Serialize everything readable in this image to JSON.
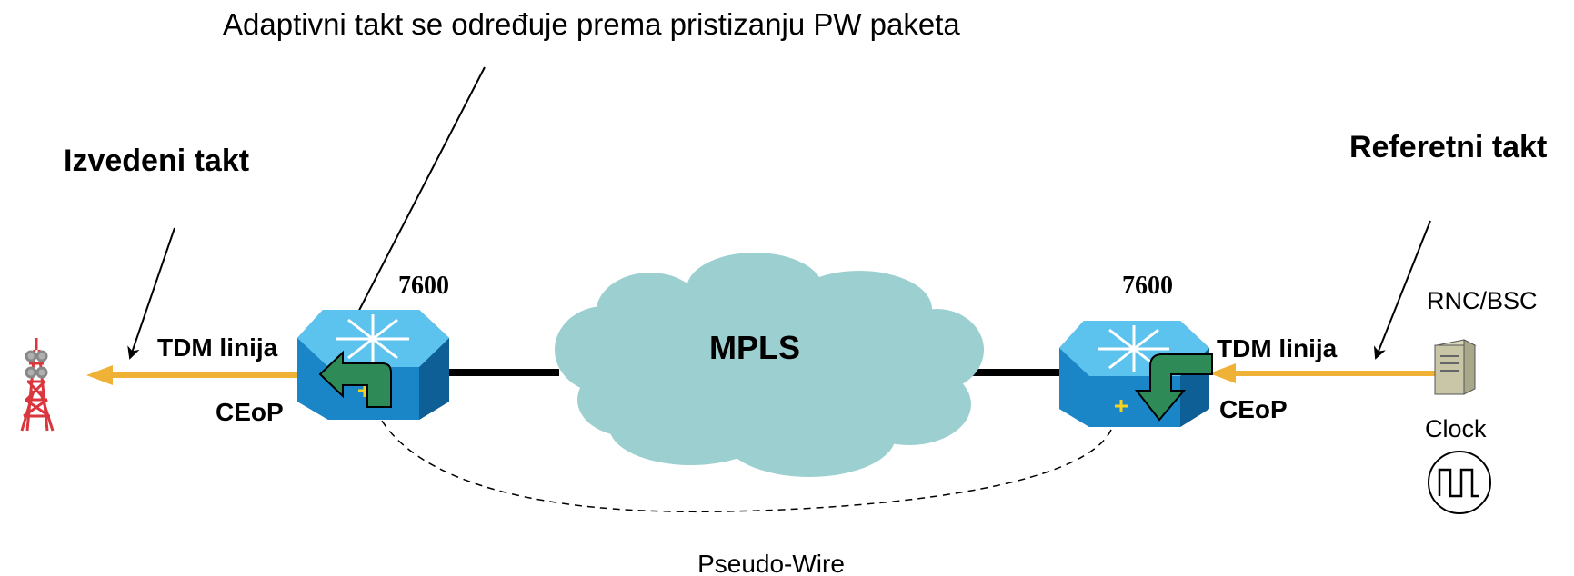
{
  "caption_top": "Adaptivni takt se određuje prema pristizanju PW paketa",
  "left_label": "Izvedeni takt",
  "right_label": "Referetni takt",
  "cloud_label": "MPLS",
  "pseudowire_label": "Pseudo-Wire",
  "left_router": {
    "model": "7600",
    "link_label": "TDM linija",
    "port_label": "CEoP"
  },
  "right_router": {
    "model": "7600",
    "link_label": "TDM linija",
    "port_label": "CEoP"
  },
  "rnc_label": "RNC/BSC",
  "clock_label": "Clock",
  "colors": {
    "router_top": "#5cc3ee",
    "router_front": "#1a86c8",
    "router_side": "#0e5f96",
    "cloud": "#9ccfd0",
    "tdm_line": "#f0b236",
    "turn_arrow": "#2e8b57",
    "tower": "#d9363e"
  },
  "icons": [
    "cell-tower-icon",
    "router-icon",
    "server-icon",
    "clock-icon"
  ]
}
